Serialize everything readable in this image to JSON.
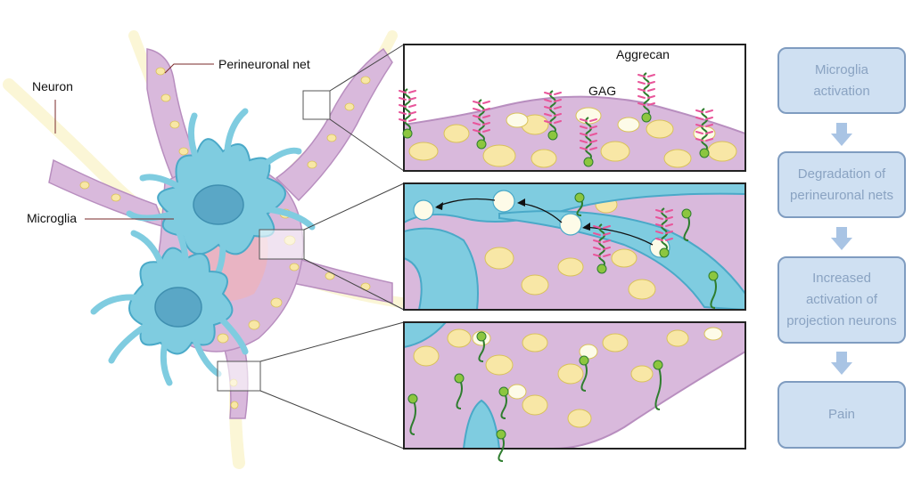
{
  "labels": {
    "neuron": "Neuron",
    "perineuronal_net": "Perineuronal net",
    "microglia": "Microglia",
    "aggrecan": "Aggrecan",
    "gag": "GAG"
  },
  "flow": {
    "steps": [
      "Microglia activation",
      "Degradation of perineuronal nets",
      "Increased activation of projection neurons",
      "Pain"
    ]
  },
  "colors": {
    "net_fill": "#d9b9dc",
    "net_edge": "#b88ebf",
    "hole_yellow": "#f8e7a6",
    "hole_pale": "#fdfbe8",
    "microglia": "#7fcce0",
    "microglia_edge": "#4aa9c8",
    "nucleus": "#5aa7c6",
    "neuron_axon": "#fbf6d6",
    "gag_green": "#2e7d2e",
    "gag_dot": "#8cc63f",
    "gag_pink": "#e8559a",
    "flow_fill": "#cfe0f2",
    "flow_edge": "#7f9cc0",
    "flow_text": "#8aa3c2"
  }
}
